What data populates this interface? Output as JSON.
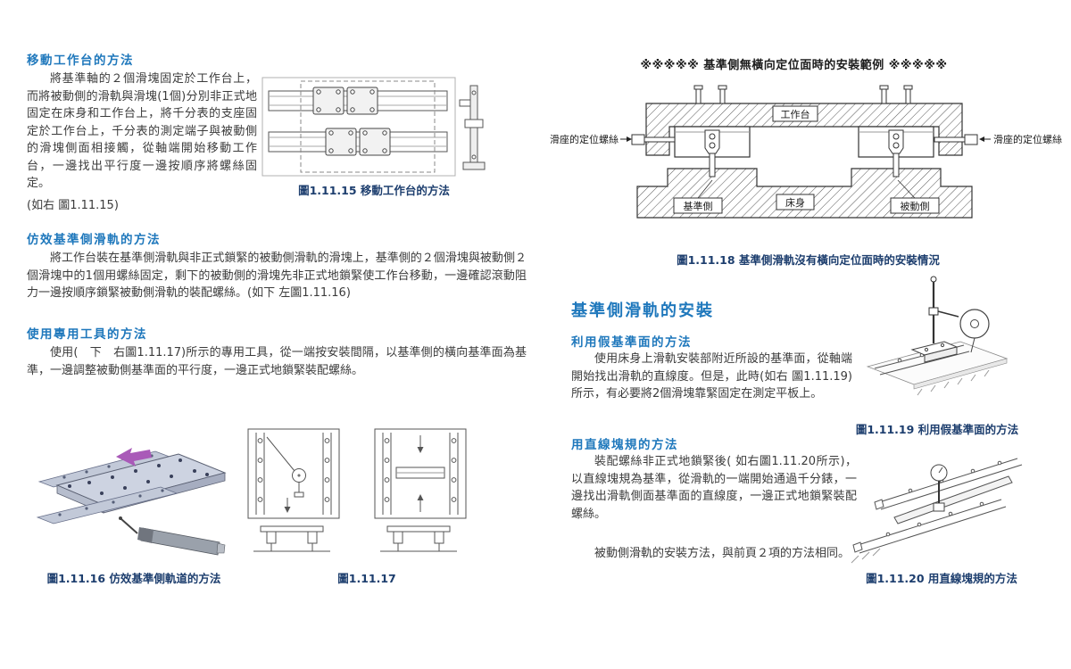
{
  "colors": {
    "heading_blue": "#1f78bc",
    "caption_navy": "#1d3e6e",
    "arrow_purple": "#a95ab8"
  },
  "left": {
    "s1_heading": "移動工作台的方法",
    "s1_body": "將基準軸的２個滑塊固定於工作台上，而將被動側的滑軌與滑塊(1個)分別非正式地固定在床身和工作台上，將千分表的支座固定於工作台上，千分表的測定端子與被動側的滑塊側面相接觸，從軸端開始移動工作台，一邊找出平行度一邊按順序將螺絲固定。",
    "s1_ref": "(如右 圖1.11.15)",
    "fig15_caption": "圖1.11.15 移動工作台的方法",
    "s2_heading": "仿效基準側滑軌的方法",
    "s2_body": "將工作台裝在基準側滑軌與非正式鎖緊的被動側滑軌的滑塊上，基準側的２個滑塊與被動側２個滑塊中的1個用螺絲固定，剩下的被動側的滑塊先非正式地鎖緊使工作台移動，一邊確認滾動阻力一邊按順序鎖緊被動側滑軌的裝配螺絲。(如下 左圖1.11.16)",
    "s3_heading": "使用專用工具的方法",
    "s3_body": "使用(　下　右圖1.11.17)所示的專用工具，從一端按安裝間隔，以基準側的橫向基準面為基準，一邊調整被動側基準面的平行度，一邊正式地鎖緊裝配螺絲。",
    "fig16_caption": "圖1.11.16 仿效基準側軌道的方法",
    "fig17_caption": "圖1.11.17"
  },
  "right": {
    "banner": "※※※※※ 基準側無橫向定位面時的安裝範例 ※※※※※",
    "fig18_caption": "圖1.11.18 基準側滑軌沒有橫向定位面時的安裝情況",
    "fig18_labels": {
      "table": "工作台",
      "screw_left": "滑座的定位螺絲",
      "screw_right": "滑座的定位螺絲",
      "datum": "基準側",
      "bed": "床身",
      "driven": "被動側"
    },
    "main_heading": "基準側滑軌的安裝",
    "s1_heading": "利用假基準面的方法",
    "s1_body": "使用床身上滑軌安裝部附近所設的基準面，從軸端開始找出滑軌的直線度。但是，此時(如右 圖1.11.19)所示，有必要將2個滑塊靠緊固定在測定平板上。",
    "fig19_caption": "圖1.11.19 利用假基準面的方法",
    "s2_heading": "用直線塊規的方法",
    "s2_body": "裝配螺絲非正式地鎖緊後( 如右圖1.11.20所示)，以直線塊規為基準，從滑軌的一端開始通過千分錶，一邊找出滑軌側面基準面的直線度，一邊正式地鎖緊裝配螺絲。",
    "s2_note": "被動側滑軌的安裝方法，與前頁２項的方法相同。",
    "fig20_caption": "圖1.11.20 用直線塊規的方法"
  }
}
